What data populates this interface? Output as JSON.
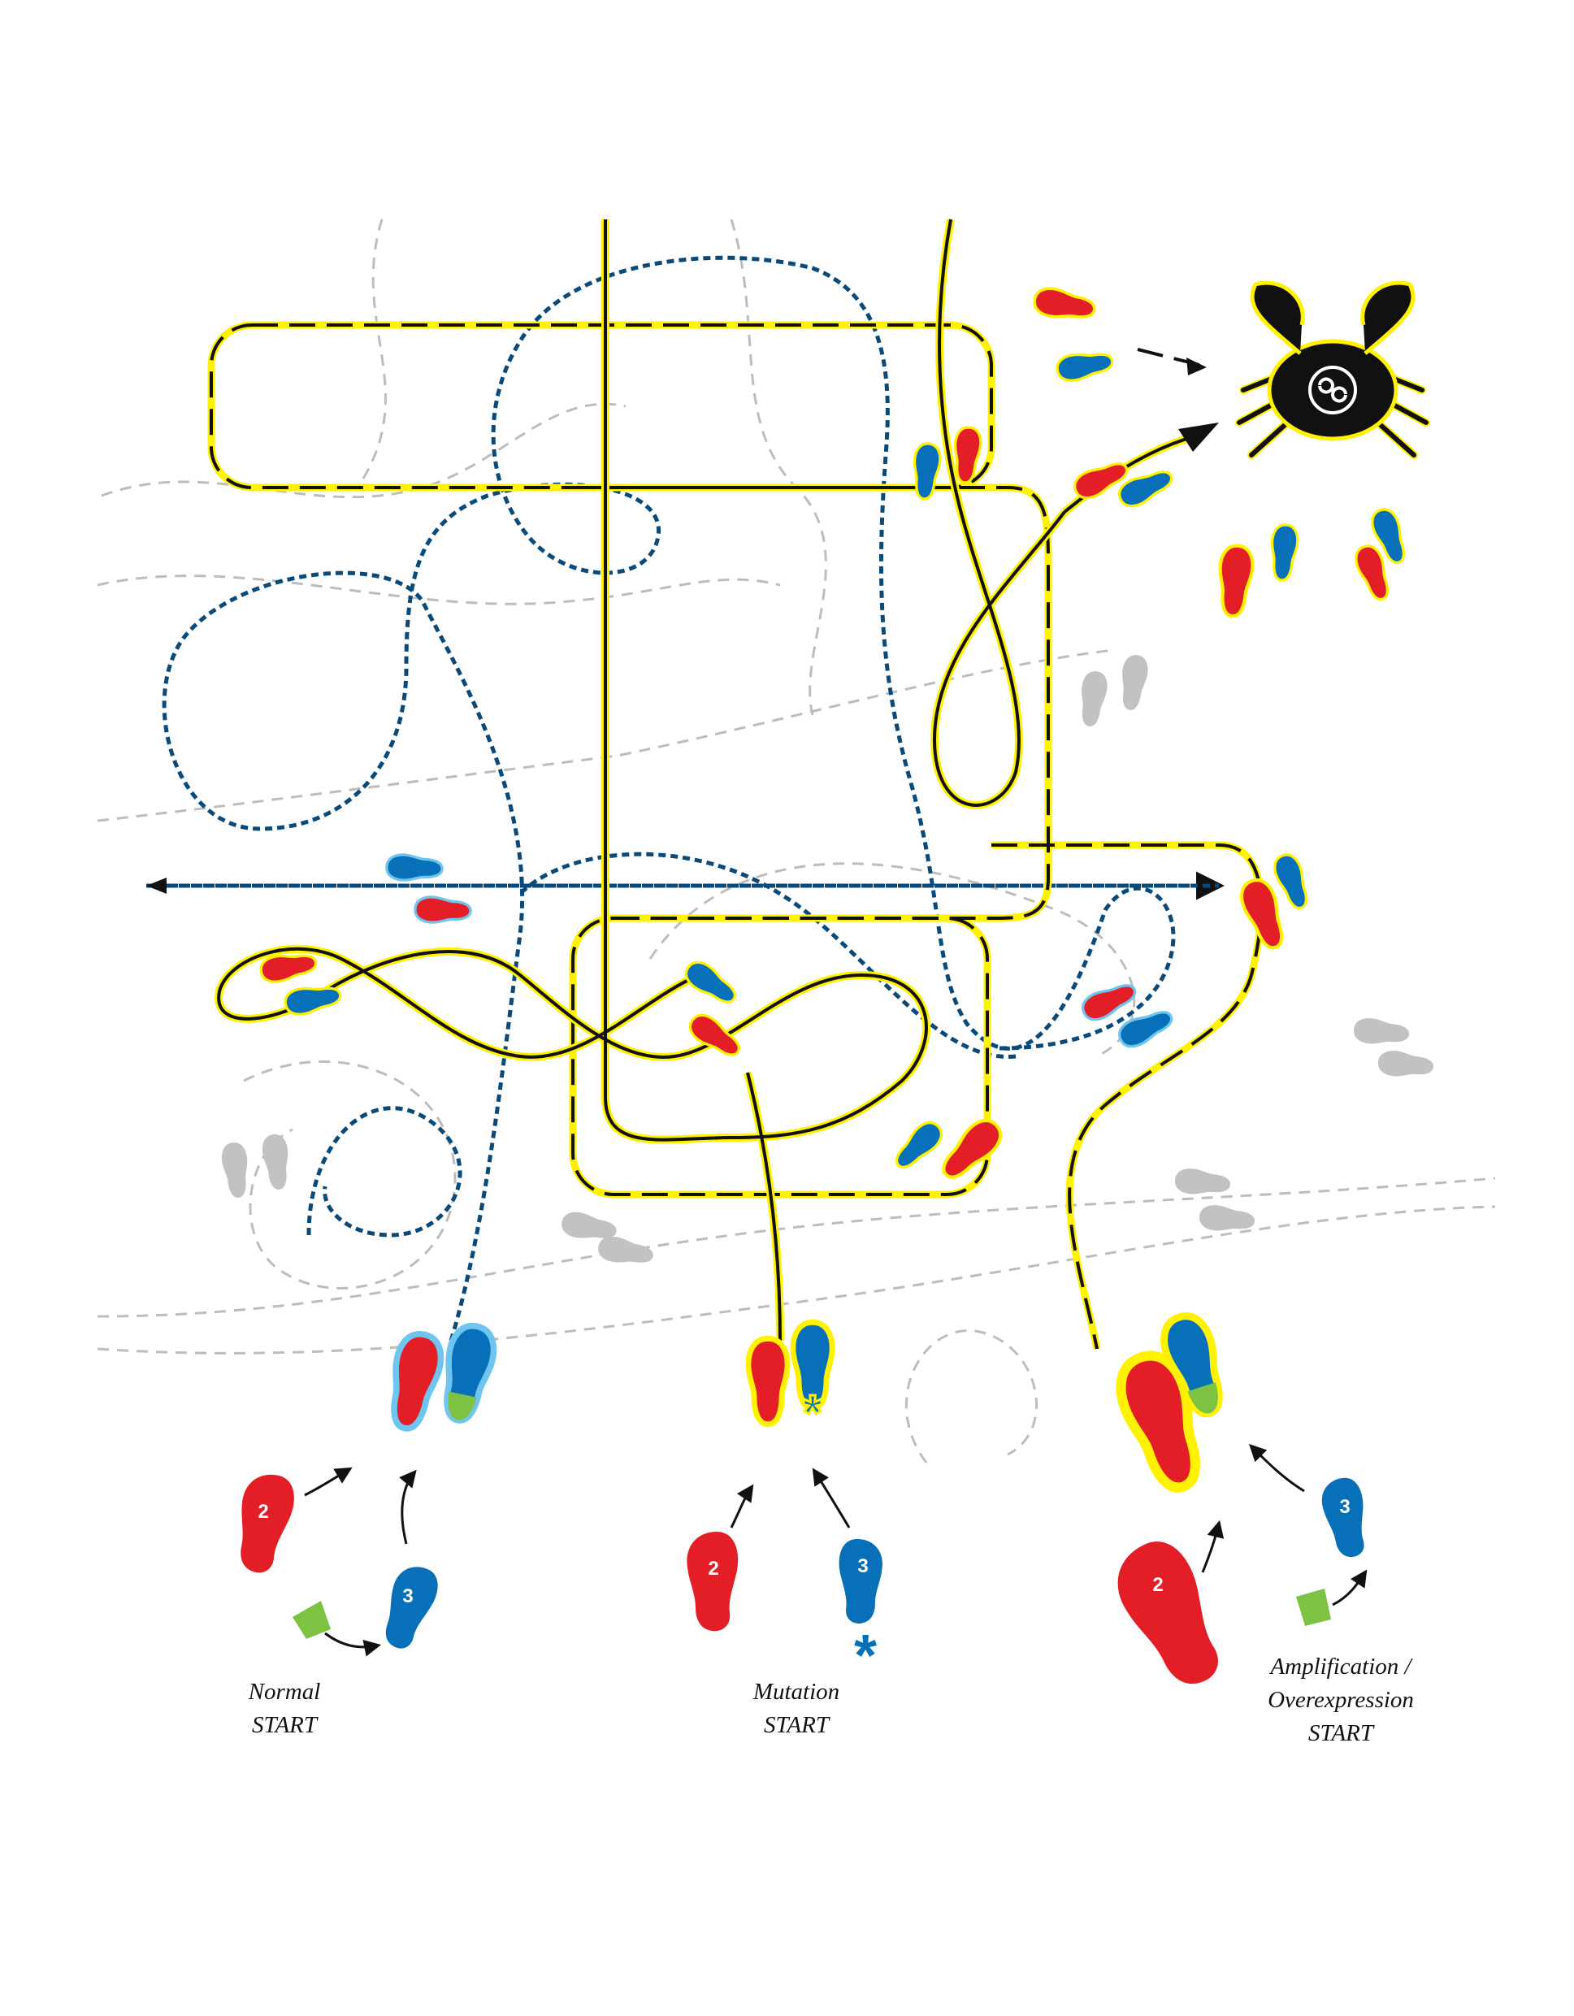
{
  "labels": {
    "normal": [
      "Normal",
      "START"
    ],
    "mutation": [
      "Mutation",
      "START"
    ],
    "amplification": [
      "Amplification /",
      "Overexpression",
      "START"
    ]
  },
  "start_feet": {
    "normal": {
      "red_number": "2",
      "blue_number": "3"
    },
    "mutation": {
      "red_number": "2",
      "blue_number": "3",
      "marker": "*"
    },
    "amplification": {
      "red_number": "2",
      "blue_number": "3"
    }
  },
  "icons": {
    "endpoint": "crab-icon"
  },
  "colors": {
    "red": "#e41e26",
    "blue": "#0870b8",
    "green": "#7dc242",
    "yellow": "#fff200",
    "light_blue": "#6ec6ee",
    "gray": "#bdbdbd",
    "black": "#111111"
  }
}
